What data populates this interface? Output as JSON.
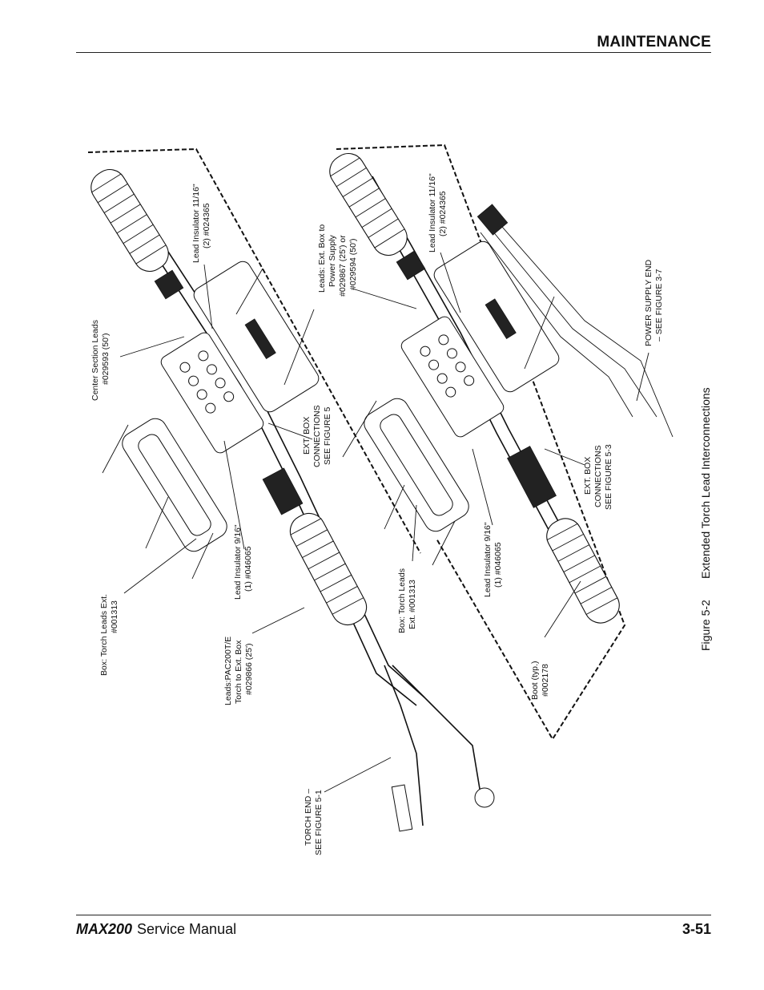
{
  "header": {
    "section": "MAINTENANCE"
  },
  "footer": {
    "brand": "MAX200",
    "manual": "Service Manual",
    "page": "3-51"
  },
  "figure": {
    "caption_number": "Figure 5-2",
    "caption_title": "Extended Torch Lead Interconnections",
    "labels": {
      "center_section_1": "Center Section Leads",
      "center_section_2": "#029593 (50')",
      "lead_ins_l1_1": "Lead Insulator 11/16\"",
      "lead_ins_l1_2": "(2) #024365",
      "leads_ext_1": "Leads: Ext. Box to",
      "leads_ext_2": "Power Supply",
      "leads_ext_3": "#029867 (25') or",
      "leads_ext_4": "#029594 (50')",
      "lead_ins_r1_1": "Lead Insulator 11/16\"",
      "lead_ins_r1_2": "(2) #024365",
      "power_supply_1": "POWER SUPPLY END",
      "power_supply_2": "– SEE FIGURE 3-7",
      "box_ext_1": "Box: Torch Leads Ext.",
      "box_ext_2": "#001313",
      "lead_ins_l2_1": "Lead Insulator 9/16\"",
      "lead_ins_l2_2": "(1) #046065",
      "ext_box_l_1": "EXT. BOX",
      "ext_box_l_2": "CONNECTIONS",
      "ext_box_l_3": "SEE FIGURE 5",
      "box_r_1": "Box: Torch Leads",
      "box_r_2": "Ext. #001313",
      "lead_ins_r2_1": "Lead Insulator 9/16\"",
      "lead_ins_r2_2": "(1) #046065",
      "ext_box_r_1": "EXT. BOX",
      "ext_box_r_2": "CONNECTIONS",
      "ext_box_r_3": "SEE FIGURE 5-3",
      "leads_pac_1": "Leads:PAC200T/E",
      "leads_pac_2": "Torch to Ext. Box",
      "leads_pac_3": "#029866 (25')",
      "boot_1": "Boot (typ.)",
      "boot_2": "#002178",
      "torch_end_1": "TORCH END –",
      "torch_end_2": "SEE FIGURE 5-1"
    }
  }
}
